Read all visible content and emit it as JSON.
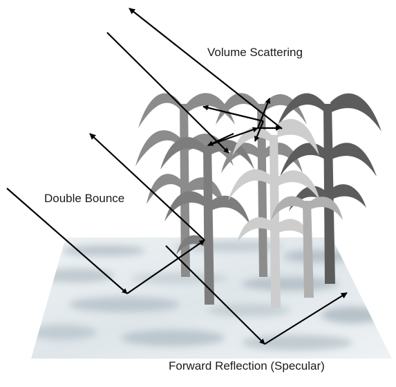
{
  "labels": {
    "volume_scattering": "Volume Scattering",
    "double_bounce": "Double Bounce",
    "forward_reflection": "Forward Reflection (Specular)"
  },
  "colors": {
    "ground_base": "#e4e9ec",
    "ground_shade": "#b9c4cb",
    "plant_dark": "#5c5c5c",
    "plant_mid": "#8a8a8a",
    "plant_light": "#bcbcbc",
    "plant_lightest": "#d6d6d6",
    "arrow": "#000000"
  }
}
